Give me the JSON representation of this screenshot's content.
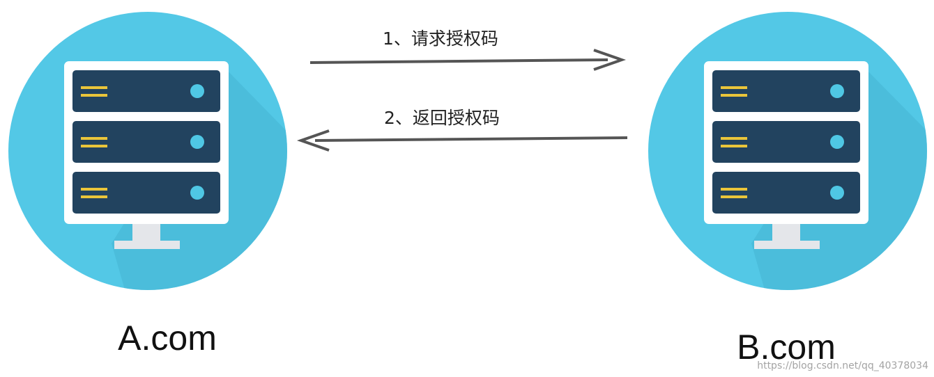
{
  "servers": [
    {
      "id": "a",
      "label": "A.com"
    },
    {
      "id": "b",
      "label": "B.com"
    }
  ],
  "arrows": [
    {
      "label": "1、请求授权码",
      "direction": "A-to-B"
    },
    {
      "label": "2、返回授权码",
      "direction": "B-to-A"
    }
  ],
  "colors": {
    "circle": "#53c8e6",
    "circle_shadow": "#46b5d4",
    "rack": "#ffffff",
    "slot": "#22435f",
    "slot_lines": "#eac53a",
    "slot_led": "#4fc7e4",
    "stand": "#e4e6ea",
    "arrow": "#555555"
  },
  "icons": [
    "server-rack-icon"
  ],
  "watermark": "https://blog.csdn.net/qq_40378034"
}
